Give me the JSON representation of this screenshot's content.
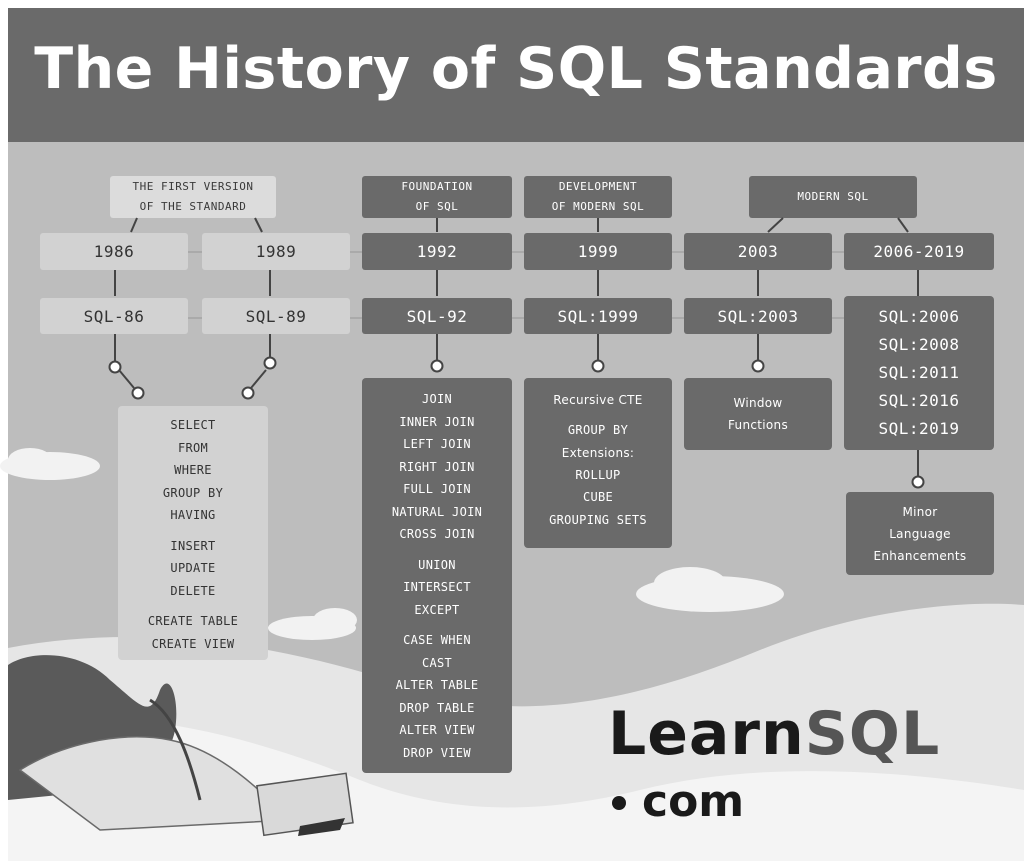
{
  "title": "The History of SQL Standards",
  "labels": {
    "first_version": "THE FIRST VERSION\nOF THE STANDARD",
    "foundation": "FOUNDATION\nOF SQL",
    "development": "DEVELOPMENT\nOF MODERN SQL",
    "modern": "MODERN SQL"
  },
  "years": [
    "1986",
    "1989",
    "1992",
    "1999",
    "2003",
    "2006-2019"
  ],
  "versions": [
    "SQL-86",
    "SQL-89",
    "SQL-92",
    "SQL:1999",
    "SQL:2003"
  ],
  "version_list": [
    "SQL:2006",
    "SQL:2008",
    "SQL:2011",
    "SQL:2016",
    "SQL:2019"
  ],
  "features": {
    "sql86": {
      "query": [
        "SELECT",
        "FROM",
        "WHERE",
        "GROUP BY",
        "HAVING"
      ],
      "dml": [
        "INSERT",
        "UPDATE",
        "DELETE"
      ],
      "ddl": [
        "CREATE TABLE",
        "CREATE VIEW"
      ]
    },
    "sql92": {
      "joins": [
        "JOIN",
        "INNER JOIN",
        "LEFT JOIN",
        "RIGHT JOIN",
        "FULL JOIN",
        "NATURAL JOIN",
        "CROSS JOIN"
      ],
      "sets": [
        "UNION",
        "INTERSECT",
        "EXCEPT"
      ],
      "misc": [
        "CASE WHEN",
        "CAST",
        "ALTER TABLE",
        "DROP TABLE",
        "ALTER VIEW",
        "DROP VIEW"
      ]
    },
    "sql1999": {
      "cte": [
        "Recursive CTE"
      ],
      "groupby": [
        "GROUP BY",
        "Extensions:",
        "ROLLUP",
        "CUBE",
        "GROUPING SETS"
      ]
    },
    "sql2003": [
      "Window",
      "Functions"
    ],
    "sql2006": [
      "Minor",
      "Language",
      "Enhancements"
    ]
  },
  "logo": {
    "word_main": "Learn",
    "word_accent": "SQL",
    "suffix": "com"
  },
  "colors": {
    "dark_box": "#6a6a6a",
    "light_box": "#d2d2d2",
    "header": "#6a6a6a"
  }
}
